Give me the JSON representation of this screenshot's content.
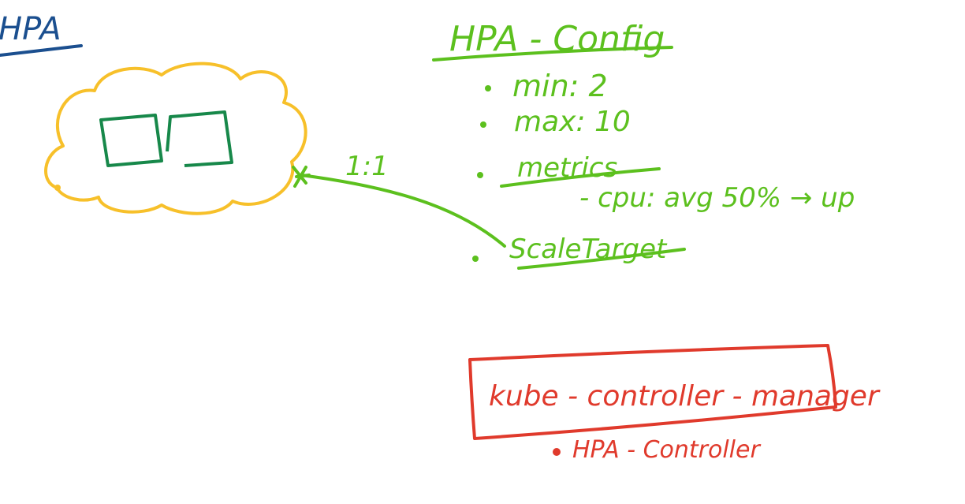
{
  "title": {
    "text": "HPA",
    "color": "#1b4f8f"
  },
  "cluster": {
    "outline_color": "#f7c02a",
    "pod_color": "#17884a",
    "pod_count": 2
  },
  "connector": {
    "label": "1:1",
    "color": "#5cc01e"
  },
  "hpa_config": {
    "heading": "HPA - Config",
    "color": "#5cc01e",
    "items": [
      {
        "text": "min: 2"
      },
      {
        "text": "max: 10"
      },
      {
        "text": "metrics",
        "underlined": true
      },
      {
        "text": "ScaleTarget",
        "underlined": true
      }
    ],
    "metrics_detail": "- cpu: avg   50% → up"
  },
  "controller_manager": {
    "label": "kube - controller - manager",
    "sub_item": "HPA - Controller",
    "color": "#e03a2c"
  }
}
